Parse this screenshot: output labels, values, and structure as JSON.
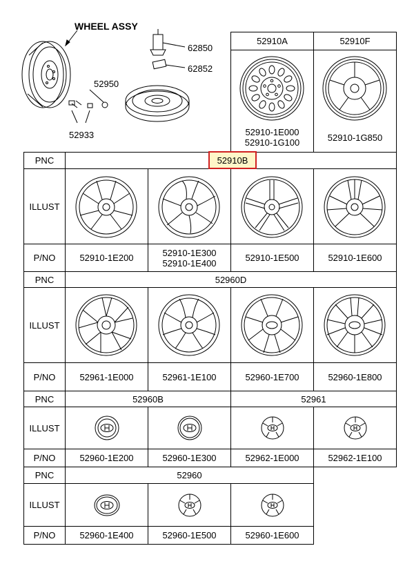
{
  "header": {
    "assembly_title": "WHEEL ASSY",
    "callouts": [
      "62850",
      "62852",
      "52950",
      "52933"
    ],
    "top_table": {
      "columns": [
        {
          "pnc": "52910A",
          "pno": [
            "52910-1E000",
            "52910-1G100"
          ]
        },
        {
          "pnc": "52910F",
          "pno": [
            "52910-1G850"
          ]
        }
      ]
    }
  },
  "labels": {
    "pnc": "PNC",
    "illust": "ILLUST",
    "pno": "P/NO"
  },
  "sections": [
    {
      "pncs": [
        "52910B"
      ],
      "highlighted": true,
      "pno": [
        "52910-1E200",
        "52910-1E300\n52910-1E400",
        "52910-1E500",
        "52910-1E600"
      ]
    },
    {
      "pncs": [
        "52960D"
      ],
      "pno": [
        "52961-1E000",
        "52961-1E100",
        "52960-1E700",
        "52960-1E800"
      ]
    },
    {
      "pncs": [
        "52960B",
        "52961"
      ],
      "pno": [
        "52960-1E200",
        "52960-1E300",
        "52962-1E000",
        "52962-1E100"
      ]
    },
    {
      "pncs": [
        "52960"
      ],
      "pno": [
        "52960-1E400",
        "52960-1E500",
        "52960-1E600"
      ]
    }
  ],
  "colors": {
    "line": "#000000",
    "highlight_border": "#d02020",
    "highlight_fill": "#fff6c8"
  },
  "icons": [
    "steel-wheel-icon",
    "alloy-wheel-icon",
    "wheel-cover-icon",
    "center-cap-icon",
    "hyundai-logo-icon"
  ]
}
